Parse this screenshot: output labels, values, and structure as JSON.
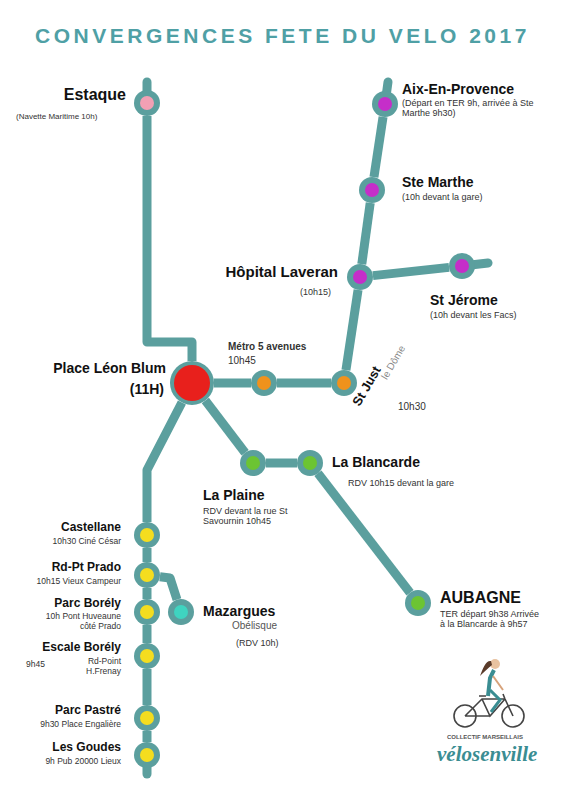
{
  "diagram": {
    "title": "CONVERGENCES FETE DU VELO 2017",
    "nodes": [
      {
        "text": [
          "Estaque",
          "(Navette Maritime 10h)"
        ]
      },
      {
        "text": [
          "Aix-En-Provence",
          "(Départ en TER 9h, arrivée à Ste Marthe 9h30)"
        ]
      },
      {
        "text": [
          "Ste Marthe",
          "(10h devant la gare)"
        ]
      },
      {
        "text": [
          "Hôpital Laveran",
          "(10h15)"
        ]
      },
      {
        "text": [
          "St Jérome",
          "(10h devant les Facs)"
        ]
      },
      {
        "text": [
          "Place Léon Blum",
          "(11H)"
        ]
      },
      {
        "text": [
          "Métro 5 avenues",
          "10h45"
        ]
      },
      {
        "text": [
          "St Just",
          "le Dôme",
          "10h30"
        ]
      },
      {
        "text": [
          "La Plaine",
          "RDV devant la rue St Savournin 10h45"
        ]
      },
      {
        "text": [
          "La Blancarde",
          "RDV 10h15 devant la gare"
        ]
      },
      {
        "text": [
          "Castellane",
          "10h30 Ciné César"
        ]
      },
      {
        "text": [
          "Rd-Pt Prado",
          "10h15 Vieux Campeur"
        ]
      },
      {
        "text": [
          "AUBAGNE",
          "TER départ 9h38 Arrivée à la Blancarde à 9h57"
        ]
      },
      {
        "text": [
          "Parc Borély",
          "10h Pont Huveaune côté Prado"
        ]
      },
      {
        "text": [
          "Mazargues",
          "Obélisque",
          "(RDV 10h)"
        ]
      },
      {
        "text": [
          "Escale Borély",
          "9h45",
          "Rd-Point H.Frenay"
        ]
      },
      {
        "text": [
          "Parc Pastré",
          "9h30 Place Engalière"
        ]
      },
      {
        "text": [
          "Les Goudes",
          "9h Pub 20000 Lieux"
        ]
      }
    ],
    "edges": [
      {
        "from": 0,
        "to": 5,
        "arrow": "none"
      },
      {
        "from": 1,
        "to": 2,
        "arrow": "none"
      },
      {
        "from": 2,
        "to": 3,
        "arrow": "none"
      },
      {
        "from": 3,
        "to": 4,
        "arrow": "none"
      },
      {
        "from": 3,
        "to": 7,
        "arrow": "none"
      },
      {
        "from": 7,
        "to": 6,
        "arrow": "none"
      },
      {
        "from": 6,
        "to": 5,
        "arrow": "none"
      },
      {
        "from": 5,
        "to": 8,
        "arrow": "none"
      },
      {
        "from": 8,
        "to": 9,
        "arrow": "none"
      },
      {
        "from": 9,
        "to": 12,
        "arrow": "none"
      },
      {
        "from": 5,
        "to": 10,
        "arrow": "none"
      },
      {
        "from": 10,
        "to": 11,
        "arrow": "none"
      },
      {
        "from": 11,
        "to": 13,
        "arrow": "none"
      },
      {
        "from": 11,
        "to": 14,
        "arrow": "none"
      },
      {
        "from": 13,
        "to": 15,
        "arrow": "none"
      },
      {
        "from": 15,
        "to": 16,
        "arrow": "none"
      },
      {
        "from": 16,
        "to": 17,
        "arrow": "none"
      }
    ],
    "labels": [
      "COLLECTIF MARSEILLAIS",
      "vélosenville"
    ]
  }
}
